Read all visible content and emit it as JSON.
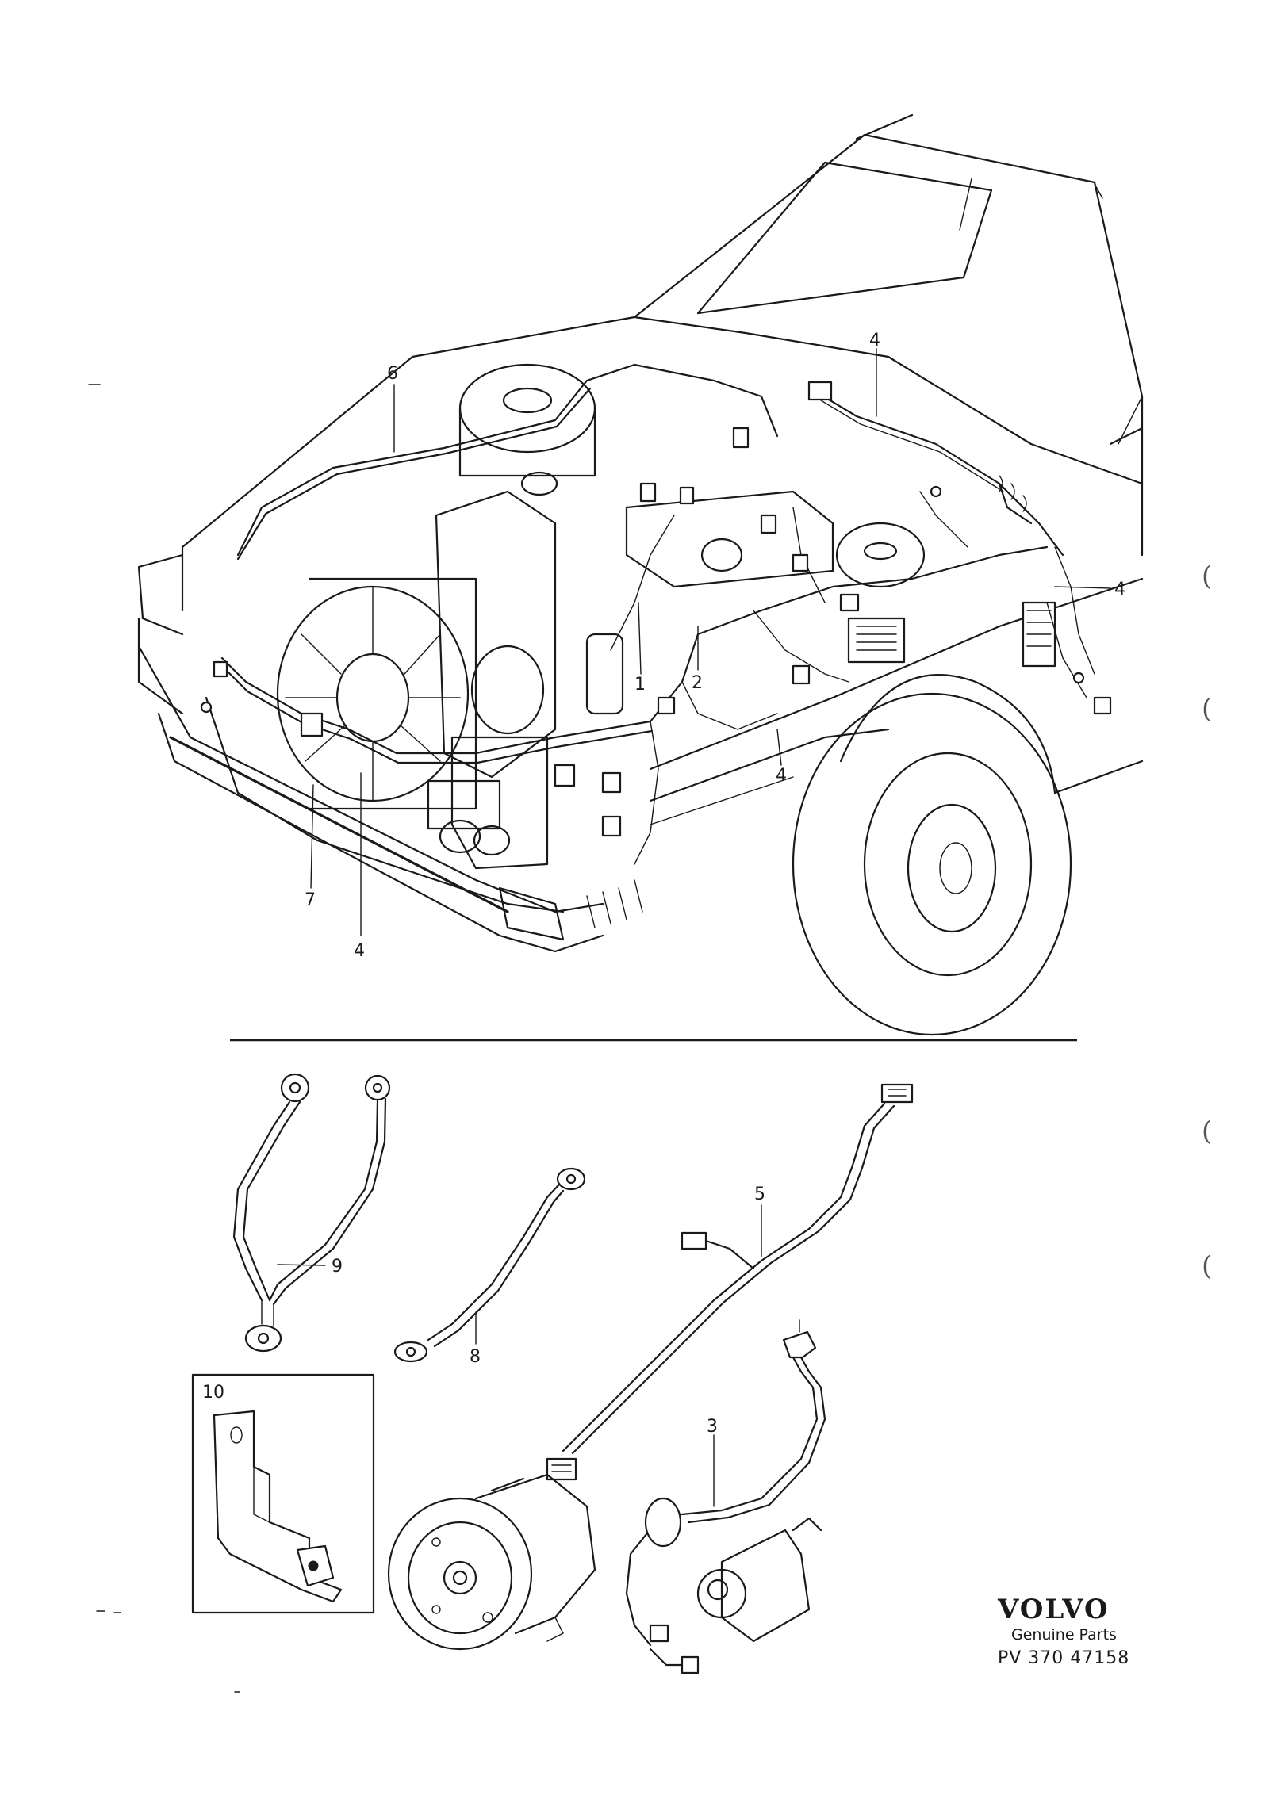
{
  "callouts": {
    "c1": "1",
    "c2": "2",
    "c3": "3",
    "c4a": "4",
    "c4b": "4",
    "c4c": "4",
    "c4d": "4",
    "c5": "5",
    "c6": "6",
    "c7": "7",
    "c8": "8",
    "c9": "9",
    "c10": "10"
  },
  "margin_marks": [
    "(",
    "(",
    "(",
    "("
  ],
  "footer": {
    "brand": "VOLVO",
    "tagline": "Genuine Parts",
    "reference": "PV 370  47158"
  }
}
